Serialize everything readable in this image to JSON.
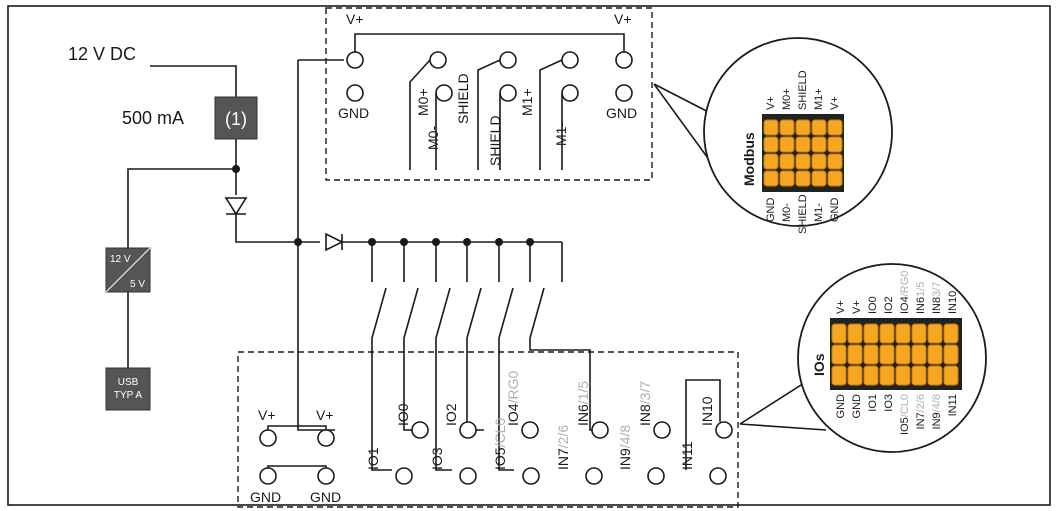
{
  "power": {
    "supply": "12 V DC",
    "current": "500 mA",
    "fuse_label": "(1)"
  },
  "converter": {
    "top": "12 V",
    "bottom": "5 V"
  },
  "usb": {
    "line1": "USB",
    "line2": "TYP A"
  },
  "modbus_block": {
    "top_labels": [
      "V+",
      "V+"
    ],
    "gnd_labels": [
      "GND",
      "GND"
    ],
    "terminals": [
      "M0+",
      "M0-",
      "SHIELD",
      "SHIELD",
      "M1+",
      "M1-"
    ]
  },
  "modbus_callout": {
    "title": "Modbus",
    "top": [
      "V+",
      "M0+",
      "SHIELD",
      "M1+",
      "V+"
    ],
    "bottom": [
      "GND",
      "M0-",
      "SHIELD",
      "M1-",
      "GND"
    ]
  },
  "io_block": {
    "vplus": [
      "V+",
      "V+"
    ],
    "gnd": [
      "GND",
      "GND"
    ],
    "top_row": [
      {
        "main": "IO0",
        "alt": ""
      },
      {
        "main": "IO2",
        "alt": ""
      },
      {
        "main": "IO4",
        "alt": "/RG0"
      },
      {
        "main": "IN6",
        "alt": "/1/5"
      },
      {
        "main": "IN8",
        "alt": "/3/7"
      },
      {
        "main": "IN10",
        "alt": ""
      }
    ],
    "bottom_row": [
      {
        "main": "IO1",
        "alt": ""
      },
      {
        "main": "IO3",
        "alt": ""
      },
      {
        "main": "IO5",
        "alt": "/CL0"
      },
      {
        "main": "IN7",
        "alt": "/2/6"
      },
      {
        "main": "IN9",
        "alt": "/4/8"
      },
      {
        "main": "IN11",
        "alt": ""
      }
    ]
  },
  "io_callout": {
    "title": "IOs",
    "top": [
      {
        "main": "V+",
        "alt": ""
      },
      {
        "main": "V+",
        "alt": ""
      },
      {
        "main": "IO0",
        "alt": ""
      },
      {
        "main": "IO2",
        "alt": ""
      },
      {
        "main": "IO4",
        "alt": "/RG0"
      },
      {
        "main": "IN6",
        "alt": "1/5"
      },
      {
        "main": "IN8",
        "alt": "3/7"
      },
      {
        "main": "IN10",
        "alt": ""
      }
    ],
    "bottom": [
      {
        "main": "GND",
        "alt": ""
      },
      {
        "main": "GND",
        "alt": ""
      },
      {
        "main": "IO1",
        "alt": ""
      },
      {
        "main": "IO3",
        "alt": ""
      },
      {
        "main": "IO5",
        "alt": "/CL0"
      },
      {
        "main": "IN7",
        "alt": "/2/6"
      },
      {
        "main": "IN9",
        "alt": "/4/8"
      },
      {
        "main": "IN11",
        "alt": ""
      }
    ]
  },
  "colors": {
    "terminal_block": "#f5a623",
    "box": "#555555"
  }
}
